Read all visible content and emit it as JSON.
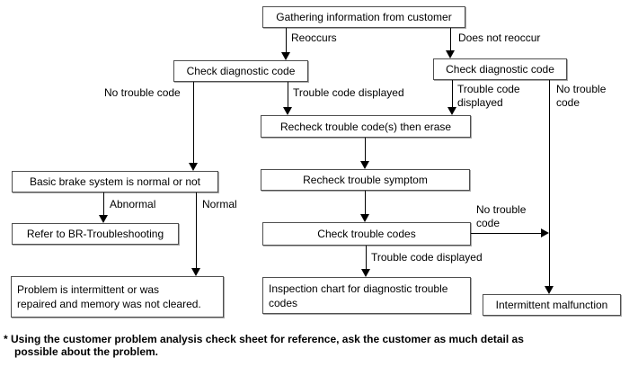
{
  "nodes": {
    "gathering": "Gathering information from customer",
    "check_diag_left": "Check diagnostic code",
    "check_diag_right": "Check diagnostic code",
    "recheck_erase": "Recheck trouble code(s) then erase",
    "recheck_symptom": "Recheck trouble symptom",
    "check_trouble_codes": "Check trouble codes",
    "inspection_chart": {
      "line1": "Inspection chart for diagnostic trouble",
      "line2": "codes"
    },
    "intermittent_malfunction": "Intermittent malfunction",
    "basic_brake": "Basic brake system is normal or not",
    "refer_br": "Refer to BR-Troubleshooting",
    "problem_intermittent": {
      "line1": "Problem is intermittent or was",
      "line2": "repaired and memory was not cleared."
    }
  },
  "edge_labels": {
    "reoccurs": "Reoccurs",
    "does_not_reoccur": "Does not reoccur",
    "no_trouble_code_left": "No trouble code",
    "trouble_code_displayed_left": "Trouble code displayed",
    "trouble_code_displayed_right": "Trouble code displayed",
    "no_trouble_code_right": "No trouble code",
    "no_trouble_code_mid": "No trouble code",
    "trouble_code_displayed_mid": "Trouble code displayed",
    "abnormal": "Abnormal",
    "normal": "Normal"
  },
  "footnote": {
    "line1": "* Using the customer problem analysis check sheet for reference, ask the customer as much detail as",
    "line2": "possible about the problem."
  },
  "colors": {
    "box_border": "#4f4f4f",
    "line": "#000000",
    "text": "#000000",
    "background": "#ffffff"
  }
}
